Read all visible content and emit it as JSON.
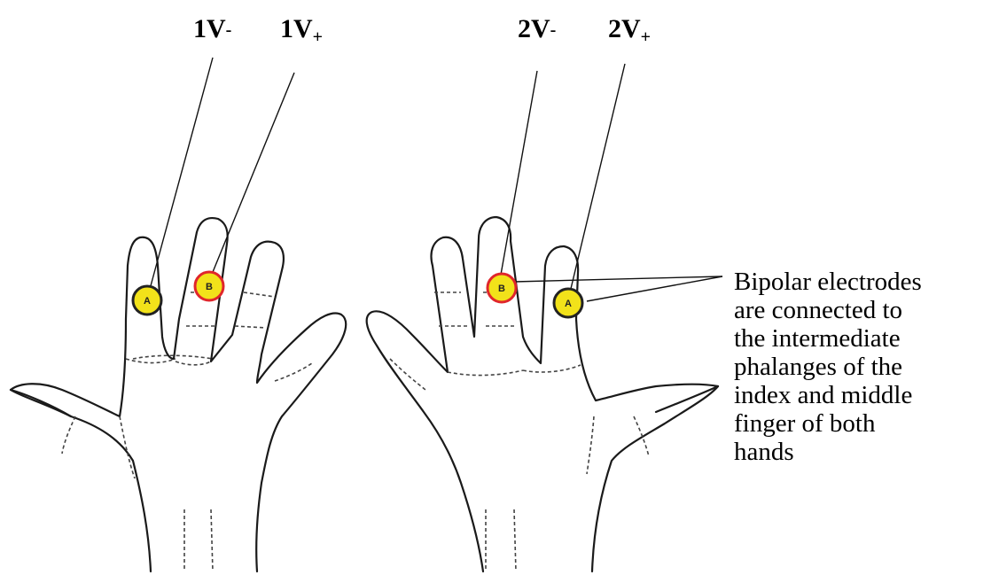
{
  "labels": {
    "left_minus": {
      "main": "1V",
      "sub": "-"
    },
    "left_plus": {
      "main": "1V",
      "sub": "+"
    },
    "right_minus": {
      "main": "2V",
      "sub": "-"
    },
    "right_plus": {
      "main": "2V",
      "sub": "+"
    }
  },
  "electrodes": {
    "left_a": "A",
    "left_b": "B",
    "right_b": "B",
    "right_a": "A"
  },
  "caption_lines": [
    "Bipolar electrodes",
    "are connected to",
    "the intermediate",
    "phalanges of the",
    "index and middle",
    "finger of both",
    "hands"
  ],
  "colors": {
    "electrode_fill": "#f2e21a",
    "electrode_b_ring": "#e0262b",
    "electrode_a_ring": "#222222",
    "line": "#111111"
  }
}
